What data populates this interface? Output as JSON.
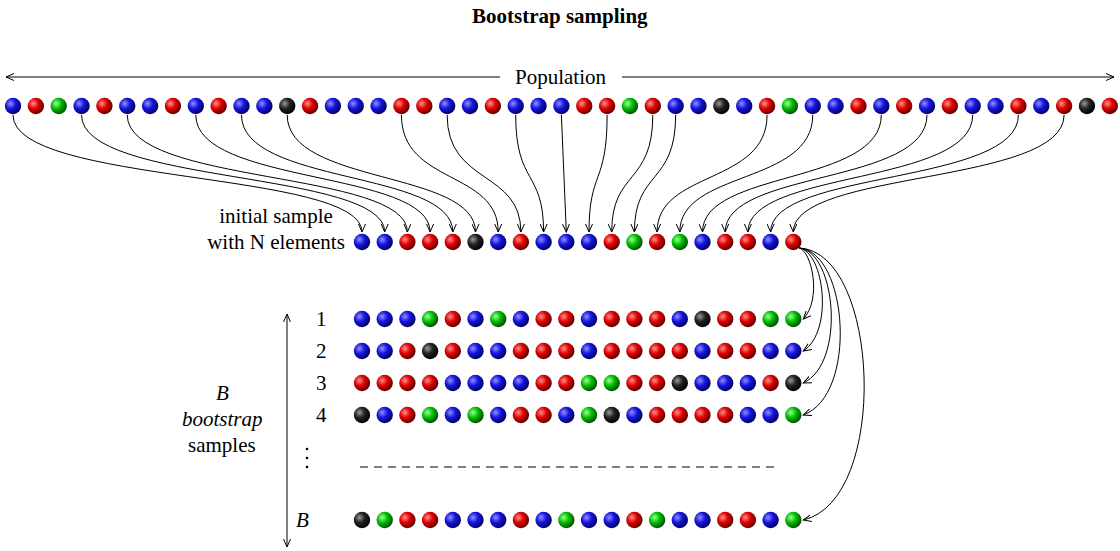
{
  "diagram": {
    "title": "Bootstrap sampling",
    "labels": [
      "Population",
      "initial sample with N elements",
      "B",
      "bootstrap",
      "samples",
      "1",
      "2",
      "3",
      "4",
      "B"
    ]
  }
}
